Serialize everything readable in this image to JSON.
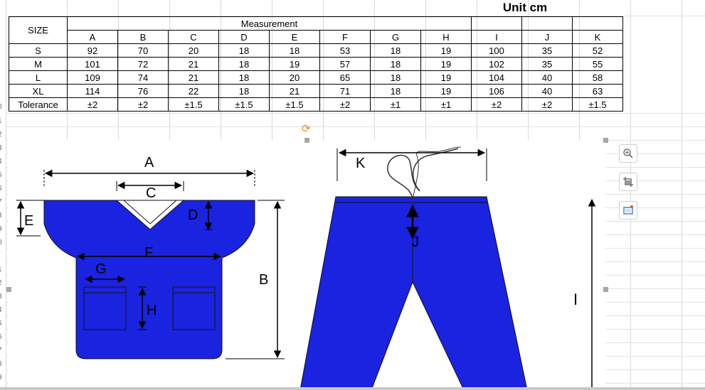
{
  "unit_label": "Unit cm",
  "table": {
    "size_header": "SIZE",
    "group_header": "Measurement",
    "columns": [
      "A",
      "B",
      "C",
      "D",
      "E",
      "F",
      "G",
      "H",
      "I",
      "J",
      "K"
    ],
    "rows": [
      {
        "size": "S",
        "values": [
          "92",
          "70",
          "20",
          "18",
          "18",
          "53",
          "18",
          "19",
          "100",
          "35",
          "52"
        ]
      },
      {
        "size": "M",
        "values": [
          "101",
          "72",
          "21",
          "18",
          "19",
          "57",
          "18",
          "19",
          "102",
          "35",
          "55"
        ]
      },
      {
        "size": "L",
        "values": [
          "109",
          "74",
          "21",
          "18",
          "20",
          "65",
          "18",
          "19",
          "104",
          "40",
          "58"
        ]
      },
      {
        "size": "XL",
        "values": [
          "114",
          "76",
          "22",
          "18",
          "21",
          "71",
          "18",
          "19",
          "106",
          "40",
          "63"
        ]
      },
      {
        "size": "Tolerance",
        "values": [
          "±2",
          "±2",
          "±1.5",
          "±1.5",
          "±1.5",
          "±2",
          "±1",
          "±1",
          "±2",
          "±2",
          "±1.5"
        ]
      }
    ]
  },
  "diagram_labels": {
    "A": "A",
    "B": "B",
    "C": "C",
    "D": "D",
    "E": "E",
    "F": "F",
    "G": "G",
    "H": "H",
    "I": "I",
    "J": "J",
    "K": "K"
  },
  "row_numbers": [
    "0",
    "1",
    "2",
    "3",
    "4",
    "5",
    "6",
    "7",
    "8",
    "9",
    "0",
    "1",
    "2",
    "3",
    "4",
    "5",
    "6",
    "7",
    "8",
    "9"
  ],
  "colors": {
    "garment_blue": "#1a23e0",
    "grid": "#d8d8d8"
  },
  "side_buttons": [
    {
      "icon": "zoom-in-icon"
    },
    {
      "icon": "crop-icon"
    },
    {
      "icon": "image-frame-icon"
    }
  ]
}
